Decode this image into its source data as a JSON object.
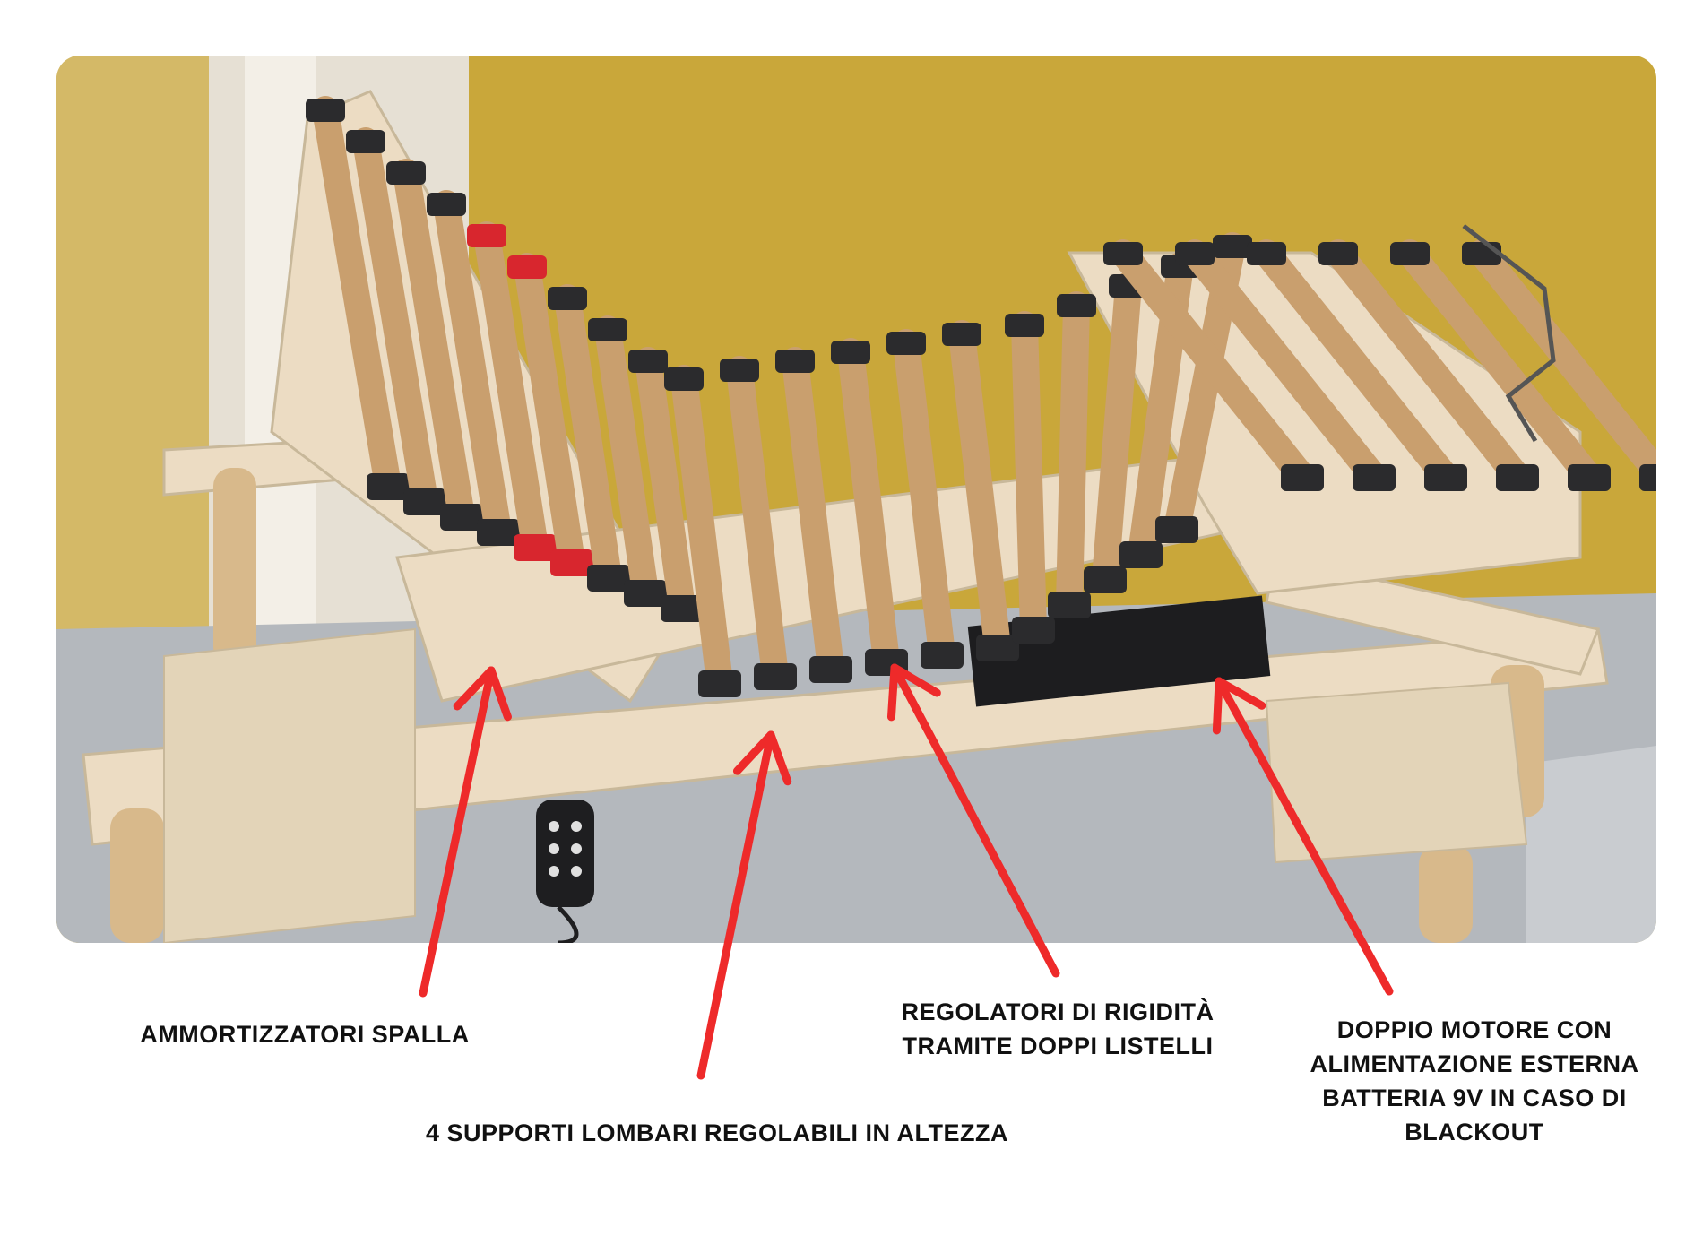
{
  "photo": {
    "subject": "adjustable-bed-slatted-base",
    "colors": {
      "wall": "#c9a73a",
      "wall_dark": "#a8862a",
      "floor": "#b9bcc0",
      "wood": "#ecdcc3",
      "cork": "#c99f6e",
      "black": "#2b2b2d",
      "red": "#d8262e",
      "metal": "#a9b0b8",
      "pillar": "#e8e2d8"
    }
  },
  "captions": {
    "shoulder": "AMMORTIZZATORI SPALLA",
    "lumbar": "4 SUPPORTI LOMBARI REGOLABILI IN ALTEZZA",
    "stiffness": [
      "REGOLATORI DI RIGIDITÀ",
      "TRAMITE DOPPI LISTELLI"
    ],
    "motor": [
      "DOPPIO MOTORE CON",
      "ALIMENTAZIONE ESTERNA",
      "BATTERIA 9V IN CASO DI",
      "BLACKOUT"
    ]
  },
  "arrow_color": "#ee2a2a"
}
